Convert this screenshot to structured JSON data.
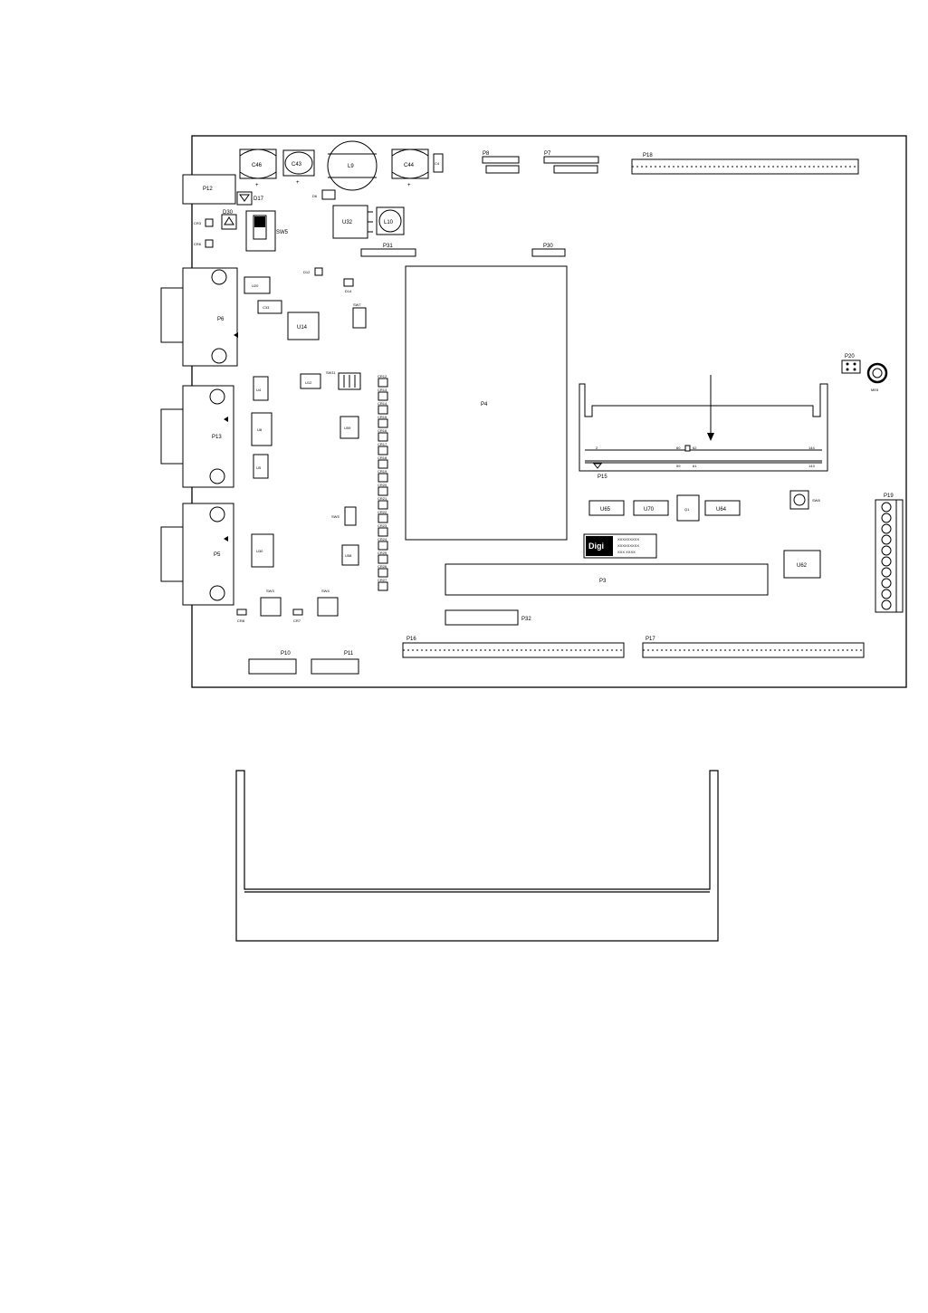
{
  "board": {
    "caps": [
      "C46",
      "C43",
      "L9",
      "C44",
      "C4"
    ],
    "connectors": {
      "p12": "P12",
      "p6": "P6",
      "p13": "P13",
      "p5": "P5",
      "p4": "P4",
      "p3": "P3",
      "p15": "P15",
      "p16": "P16",
      "p17": "P17",
      "p18": "P18",
      "p19": "P19",
      "p20": "P20",
      "p10": "P10",
      "p11": "P11",
      "p32": "P32",
      "p31": "P31",
      "p30": "P30",
      "p8": "P8",
      "p7": "P7"
    },
    "ics": {
      "u32": "U32",
      "u20": "U20",
      "u14": "U14",
      "u4": "U4",
      "u8": "U8",
      "u5": "U5",
      "u30": "U30",
      "u12": "U12",
      "u59": "U59",
      "u58": "U58",
      "u65": "U65",
      "u70": "U70",
      "u64": "U64",
      "u62": "U62",
      "q1": "Q1",
      "l10": "L10"
    },
    "switches": {
      "sw5_top": "SW5",
      "sw3": "SW3",
      "sw4": "SW4",
      "sw8": "SW8",
      "sw7": "SW7",
      "sw11": "SW11",
      "sw5_mid": "SW5"
    },
    "misc": {
      "d17": "D17",
      "d30": "D30",
      "cr3": "CR3",
      "cr6": "CR6",
      "c33": "C33",
      "cr8": "CR8",
      "cr7": "CR7",
      "me5": "ME5",
      "d12": "D12",
      "d14": "D14",
      "d6": "D6"
    },
    "cr_stack": [
      "CR12",
      "CR13",
      "CR14",
      "CR15",
      "CR16",
      "CR17",
      "CR18",
      "CR19",
      "CR20",
      "CR21",
      "CR22",
      "CR23",
      "CR24",
      "CR25",
      "CR26",
      "CR27"
    ],
    "slot_pins": {
      "p2": "2",
      "p60": "60",
      "p62": "62",
      "p144": "144",
      "p59": "59",
      "p61": "61",
      "p143": "143"
    },
    "logo": {
      "mark": "Digi",
      "lines": [
        "XXXXXXXXX",
        "XXXXXXXXX",
        "XXX XXXX"
      ]
    }
  }
}
